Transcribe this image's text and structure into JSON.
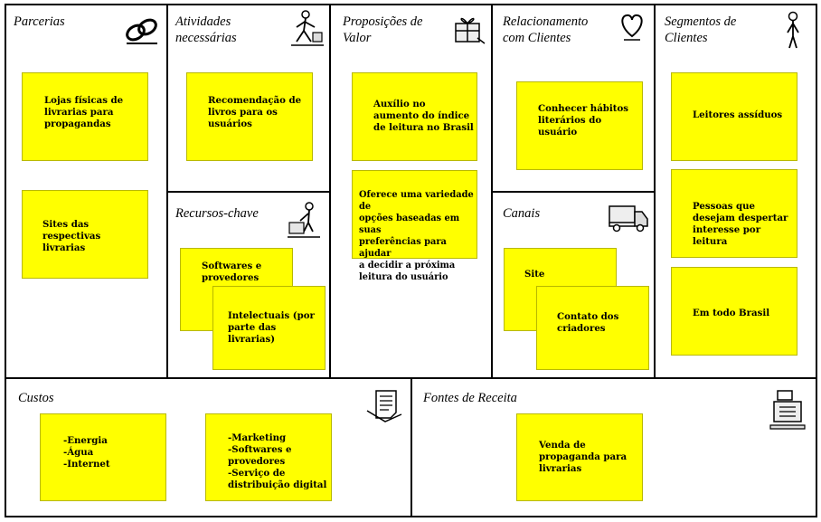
{
  "blocks": {
    "parcerias": {
      "title": "Parcerias",
      "icon": "chain-link-icon",
      "notes": [
        "Lojas físicas de\nlivrarias para\npropagandas",
        "Sites das respectivas\nlivrarias"
      ]
    },
    "atividades": {
      "title": "Atividades\nnecessárias",
      "icon": "worker-icon",
      "notes": [
        "Recomendação de\nlivros para os\nusuários"
      ]
    },
    "recursos": {
      "title": "Recursos-chave",
      "icon": "forklift-worker-icon",
      "notes": [
        "Softwares e\nprovedores",
        "Intelectuais (por\nparte das livrarias)"
      ]
    },
    "proposicoes": {
      "title": "Proposições de\nValor",
      "icon": "gift-icon",
      "notes": [
        "Auxílio no\naumento do índice\nde leitura no Brasil",
        "Oferece uma variedade de\nopções baseadas em suas\npreferências para ajudar\na decidir a próxima\nleitura do usuário"
      ]
    },
    "relacionamento": {
      "title": "Relacionamento\ncom Clientes",
      "icon": "heart-icon",
      "notes": [
        "Conhecer hábitos\nliterários do\nusuário"
      ]
    },
    "canais": {
      "title": "Canais",
      "icon": "truck-icon",
      "notes": [
        "Site",
        "Contato dos\ncriadores"
      ]
    },
    "segmentos": {
      "title": "Segmentos de\nClientes",
      "icon": "person-icon",
      "notes": [
        "Leitores assíduos",
        "Pessoas que\ndesejam despertar\ninteresse por\nleitura",
        "Em todo Brasil"
      ]
    },
    "custos": {
      "title": "Custos",
      "icon": "receipt-icon",
      "notes": [
        "-Energia\n-Água\n-Internet",
        "-Marketing\n-Softwares e\nprovedores\n-Serviço de\ndistribuição digital"
      ]
    },
    "fontes": {
      "title": "Fontes de Receita",
      "icon": "cash-register-icon",
      "notes": [
        "Venda de\npropaganda para\nlivrarias"
      ]
    }
  }
}
